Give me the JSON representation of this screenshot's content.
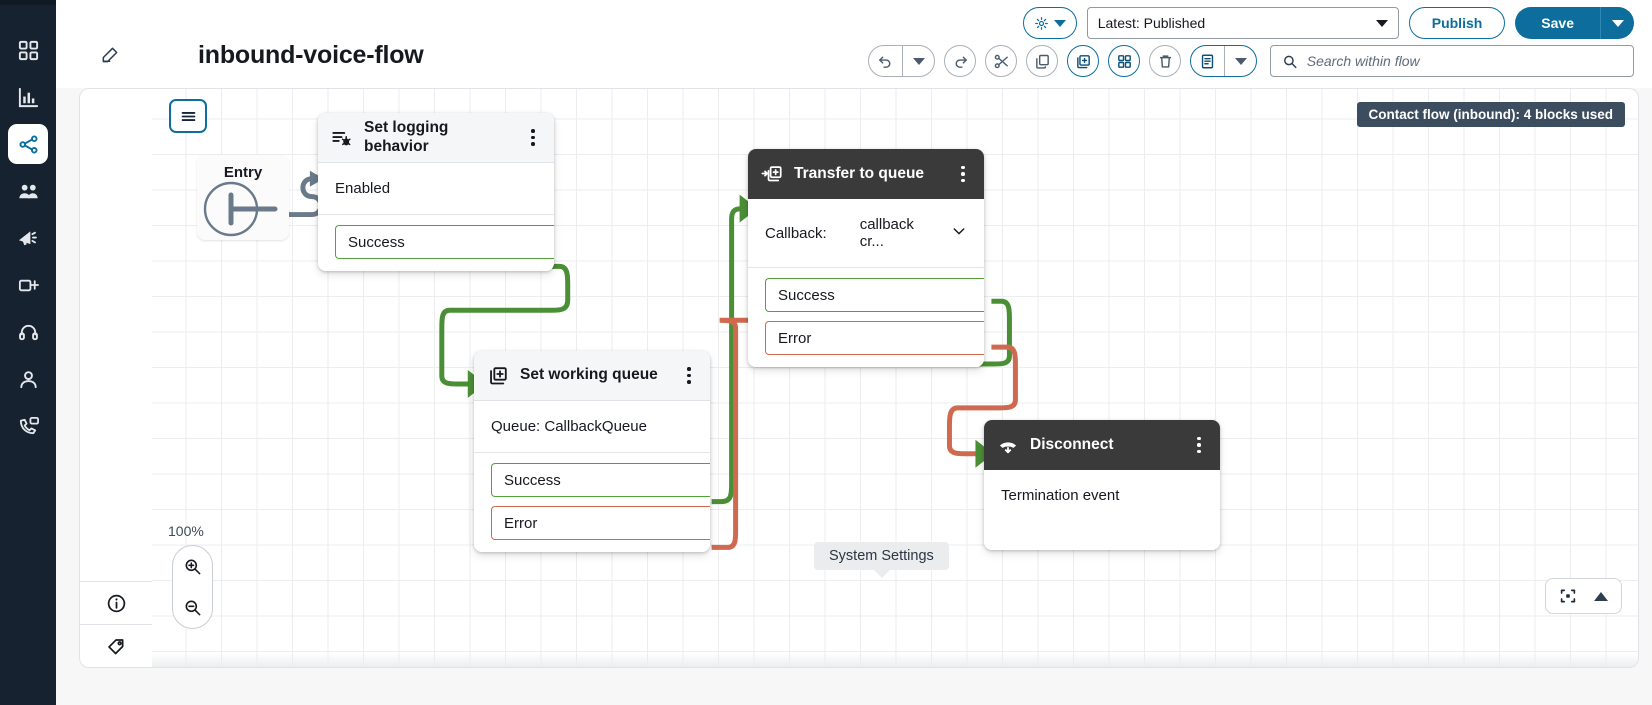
{
  "app": {
    "nav_items": [
      {
        "name": "dashboard",
        "label": "Dashboard",
        "active": false
      },
      {
        "name": "analytics",
        "label": "Analytics",
        "active": false
      },
      {
        "name": "flows",
        "label": "Flows",
        "active": true
      },
      {
        "name": "users",
        "label": "Users",
        "active": false
      },
      {
        "name": "campaigns",
        "label": "Campaigns",
        "active": false
      },
      {
        "name": "channels",
        "label": "Channels",
        "active": false
      },
      {
        "name": "agent-workspace",
        "label": "Agent workspace",
        "active": false
      },
      {
        "name": "customer-profiles",
        "label": "Customer profiles",
        "active": false
      },
      {
        "name": "contact-center",
        "label": "Contact center",
        "active": false
      }
    ]
  },
  "header": {
    "flow_title": "inbound-voice-flow",
    "edit_icon": "pencil-icon",
    "settings_gear_label": "gear-icon",
    "version_value": "Latest: Published",
    "publish_label": "Publish",
    "save_label": "Save"
  },
  "toolbar": {
    "items": [
      {
        "name": "undo",
        "icon": "undo-icon",
        "active": false,
        "split": true
      },
      {
        "name": "redo",
        "icon": "redo-icon",
        "active": false,
        "split": false
      },
      {
        "name": "cut",
        "icon": "scissors-icon",
        "active": false,
        "split": false
      },
      {
        "name": "copy",
        "icon": "copy-icon",
        "active": false,
        "split": false
      },
      {
        "name": "add-block",
        "icon": "add-block-icon",
        "active": true,
        "split": false
      },
      {
        "name": "grid-view",
        "icon": "grid-icon",
        "active": true,
        "split": false
      },
      {
        "name": "delete",
        "icon": "trash-icon",
        "active": false,
        "split": false
      },
      {
        "name": "notes",
        "icon": "notes-icon",
        "active": true,
        "split": true
      }
    ],
    "search_placeholder": "Search within flow",
    "search_value": ""
  },
  "canvas": {
    "menu_icon": "hamburger-icon",
    "blocks_badge": "Contact flow (inbound): 4 blocks used",
    "zoom_level": "100%",
    "zoom_in_icon": "zoom-in-icon",
    "zoom_out_icon": "zoom-out-icon",
    "fit_icon": "fit-to-screen-icon",
    "expand_icon": "expand-up-icon",
    "tooltip": "System Settings",
    "entry": {
      "label": "Entry"
    },
    "nodes": [
      {
        "id": "set-logging-behavior",
        "title": "Set logging behavior",
        "icon": "log-bug-icon",
        "theme": "light",
        "body": "Enabled",
        "ports": [
          {
            "label": "Success",
            "type": "success"
          }
        ]
      },
      {
        "id": "transfer-to-queue",
        "title": "Transfer to queue",
        "icon": "transfer-queue-icon",
        "theme": "dark",
        "body_label": "Callback:",
        "body_value": "callback cr...",
        "ports": [
          {
            "label": "Success",
            "type": "success"
          },
          {
            "label": "Error",
            "type": "error"
          }
        ]
      },
      {
        "id": "set-working-queue",
        "title": "Set working queue",
        "icon": "working-queue-icon",
        "theme": "light",
        "body": "Queue: CallbackQueue",
        "ports": [
          {
            "label": "Success",
            "type": "success"
          },
          {
            "label": "Error",
            "type": "error"
          }
        ]
      },
      {
        "id": "disconnect",
        "title": "Disconnect",
        "icon": "hangup-phone-icon",
        "theme": "dark",
        "body": "Termination event",
        "ports": []
      }
    ]
  },
  "tool_strip": {
    "items": [
      {
        "name": "flow-info",
        "icon": "info-icon"
      },
      {
        "name": "flow-tags",
        "icon": "tag-icon"
      }
    ]
  },
  "colors": {
    "accent": "#0d6e9e",
    "rail_bg": "#16222f",
    "success": "#53a03c",
    "error": "#d1694f",
    "badge_bg": "#3d4d60",
    "node_dark": "#3a3a3a",
    "wire_gray": "#6b7a8b"
  }
}
